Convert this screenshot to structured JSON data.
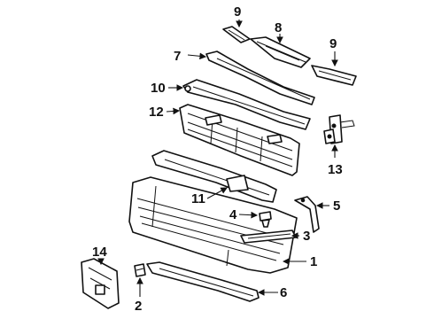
{
  "callouts": {
    "c1": "1",
    "c2": "2",
    "c3": "3",
    "c4": "4",
    "c5": "5",
    "c6": "6",
    "c7": "7",
    "c8": "8",
    "c9a": "9",
    "c9b": "9",
    "c10": "10",
    "c11": "11",
    "c12": "12",
    "c13": "13",
    "c14": "14"
  }
}
